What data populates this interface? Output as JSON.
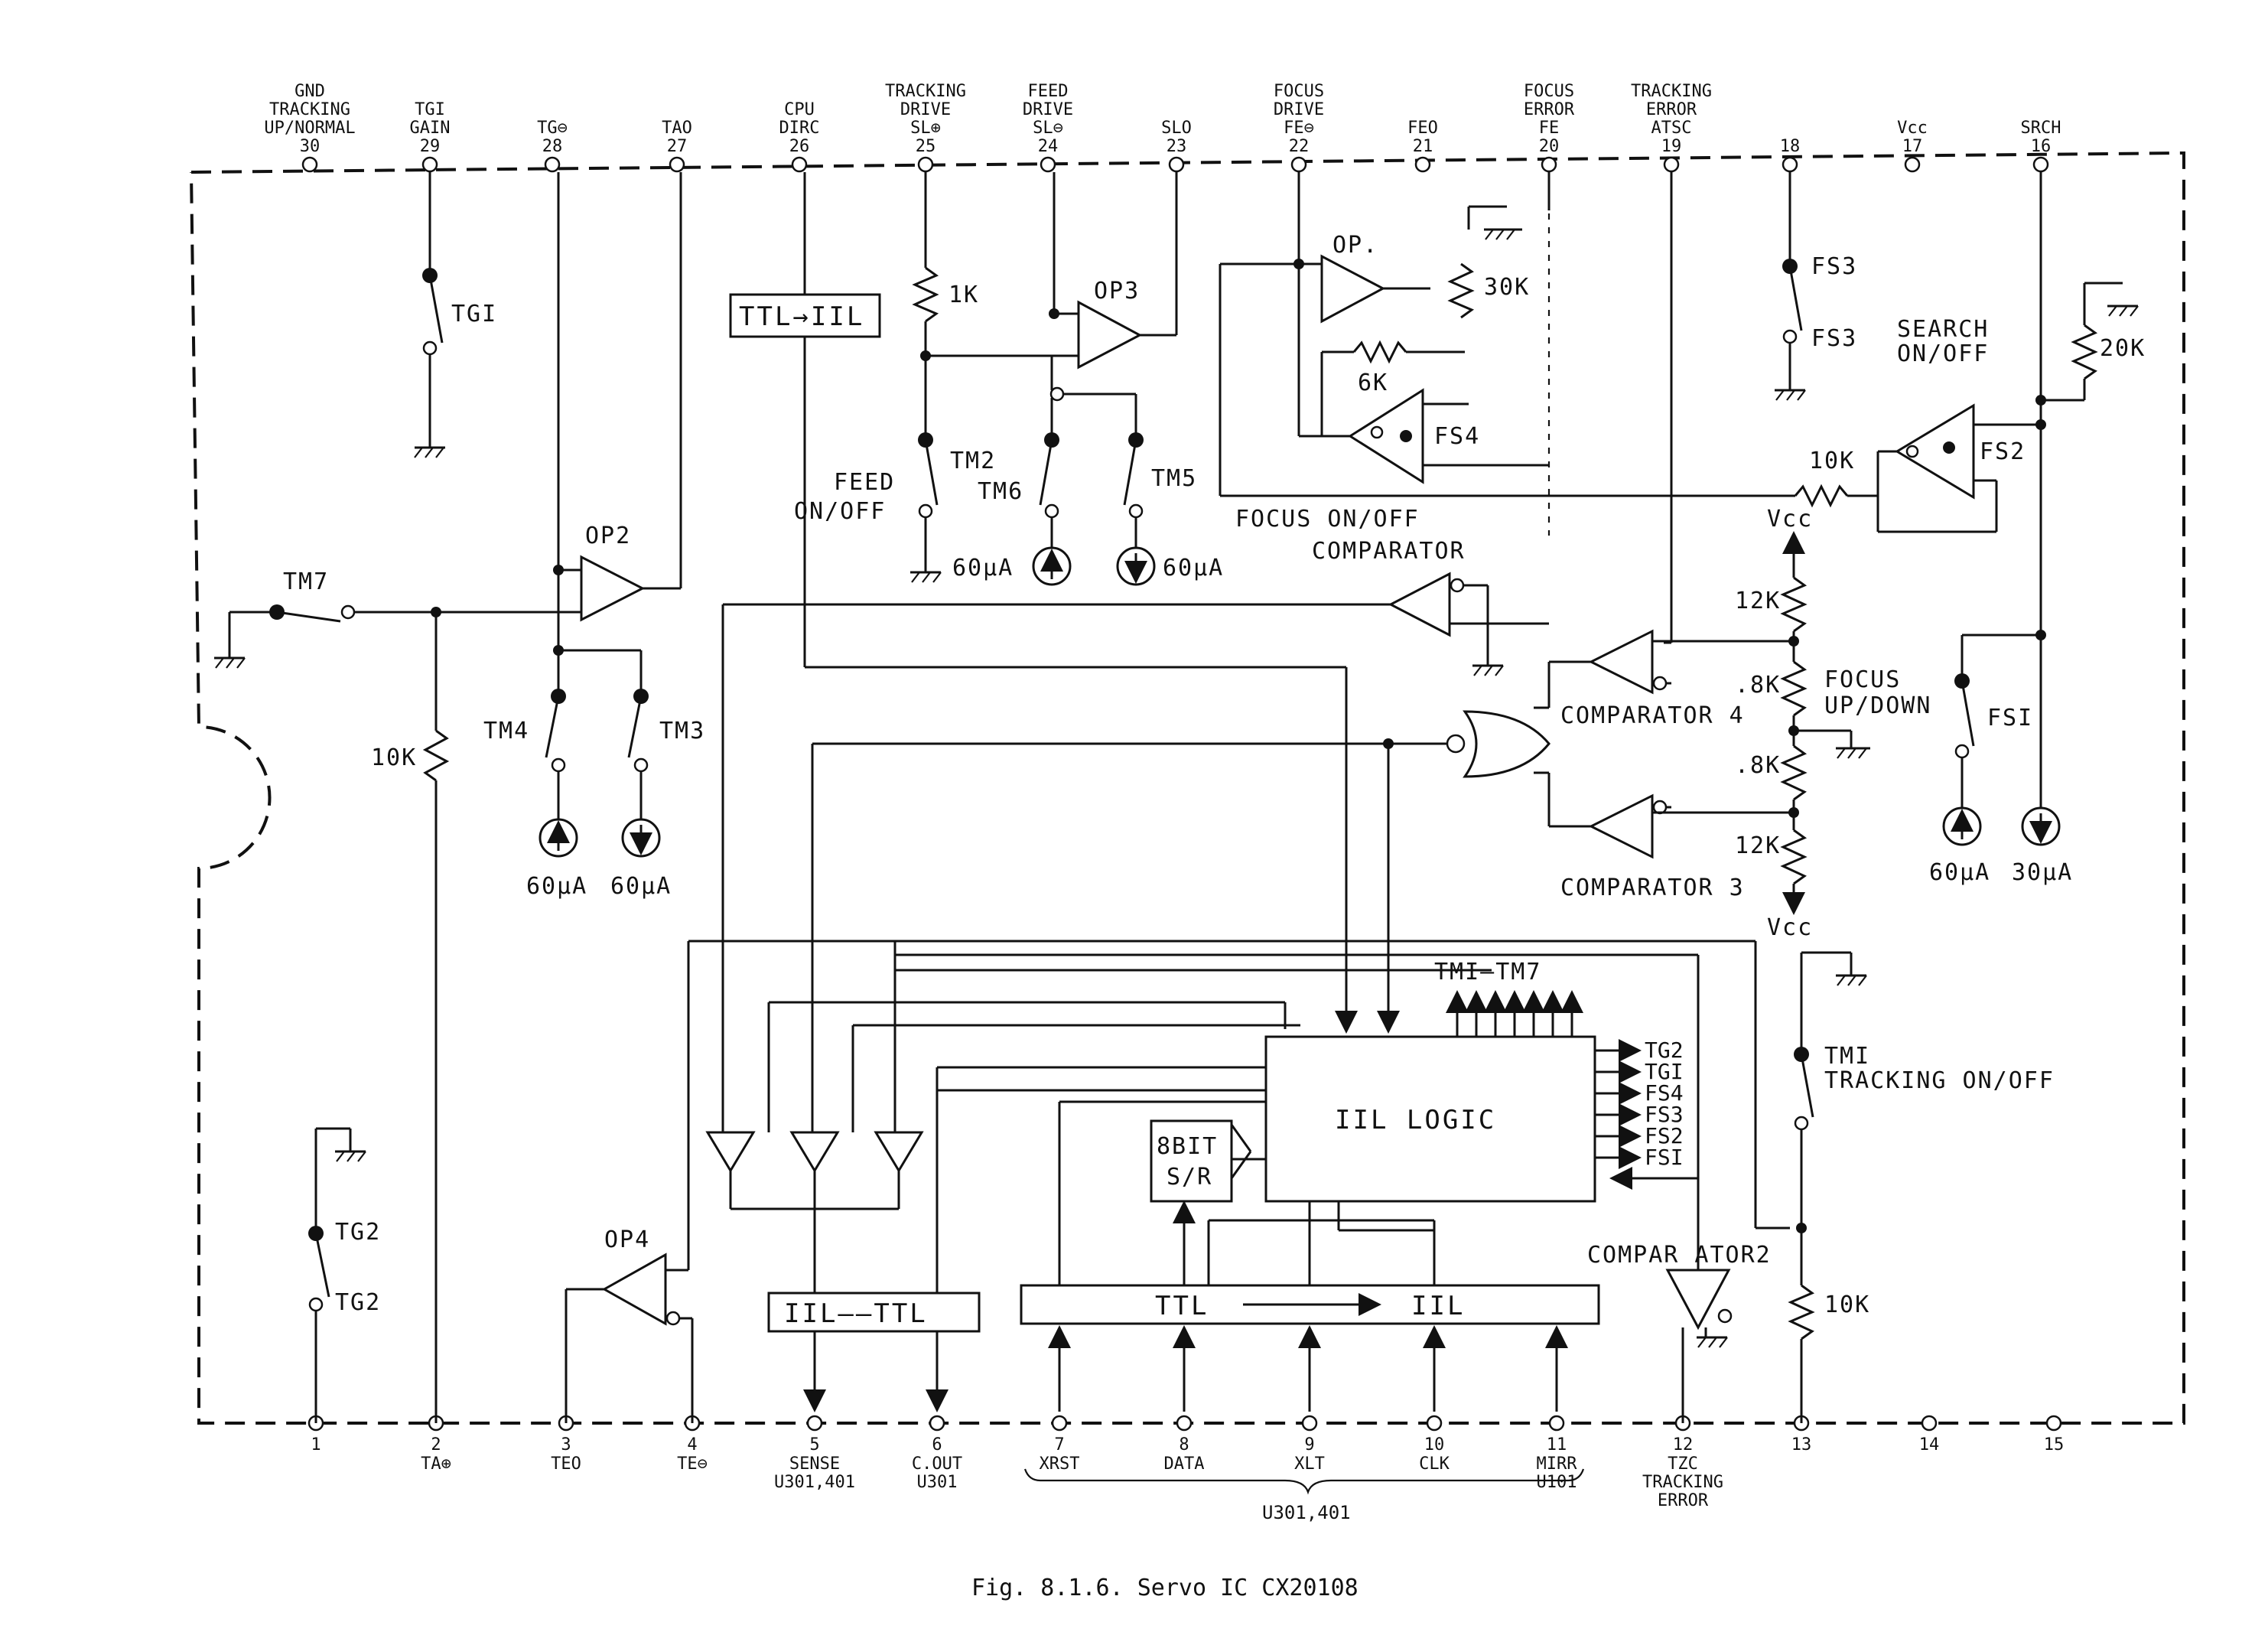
{
  "figure": {
    "caption": "Fig. 8.1.6. Servo IC CX20108"
  },
  "pins_top": [
    {
      "num": "30",
      "label": [
        "GND",
        "TRACKING",
        "UP/NORMAL"
      ]
    },
    {
      "num": "29",
      "label": [
        "TGI",
        "GAIN"
      ]
    },
    {
      "num": "28",
      "label": [
        "TG⊖"
      ]
    },
    {
      "num": "27",
      "label": [
        "TAO"
      ]
    },
    {
      "num": "26",
      "label": [
        "CPU",
        "DIRC"
      ]
    },
    {
      "num": "25",
      "label": [
        "TRACKING",
        "DRIVE",
        "SL⊕"
      ]
    },
    {
      "num": "24",
      "label": [
        "FEED",
        "DRIVE",
        "SL⊖"
      ]
    },
    {
      "num": "23",
      "label": [
        "SLO"
      ]
    },
    {
      "num": "22",
      "label": [
        "FOCUS",
        "DRIVE",
        "FE⊖"
      ]
    },
    {
      "num": "21",
      "label": [
        "FEO"
      ]
    },
    {
      "num": "20",
      "label": [
        "FOCUS",
        "ERROR",
        "FE"
      ]
    },
    {
      "num": "19",
      "label": [
        "TRACKING",
        "ERROR",
        "ATSC"
      ]
    },
    {
      "num": "18",
      "label": []
    },
    {
      "num": "17",
      "label": [
        "Vcc"
      ]
    },
    {
      "num": "16",
      "label": [
        "SRCH"
      ]
    }
  ],
  "pins_bottom": [
    {
      "num": "1",
      "label": []
    },
    {
      "num": "2",
      "label": [
        "TA⊕"
      ]
    },
    {
      "num": "3",
      "label": [
        "TEO"
      ]
    },
    {
      "num": "4",
      "label": [
        "TE⊖"
      ]
    },
    {
      "num": "5",
      "label": [
        "SENSE",
        "U301,401"
      ]
    },
    {
      "num": "6",
      "label": [
        "C.OUT",
        "U301"
      ]
    },
    {
      "num": "7",
      "label": [
        "XRST"
      ]
    },
    {
      "num": "8",
      "label": [
        "DATA"
      ]
    },
    {
      "num": "9",
      "label": [
        "XLT"
      ]
    },
    {
      "num": "10",
      "label": [
        "CLK"
      ]
    },
    {
      "num": "11",
      "label": [
        "MIRR",
        "U101"
      ]
    },
    {
      "num": "12",
      "label": [
        "TZC",
        "TRACKING",
        "ERROR"
      ]
    },
    {
      "num": "13",
      "label": []
    },
    {
      "num": "14",
      "label": []
    },
    {
      "num": "15",
      "label": []
    }
  ],
  "bus_note": "U301,401",
  "labels": {
    "tg1": "TGI",
    "tg2a": "TG2",
    "tg2b": "TG2",
    "tm7": "TM7",
    "op2": "OP2",
    "tm4": "TM4",
    "tm3": "TM3",
    "r10k_left": "10K",
    "i60a": "60μA",
    "i60b": "60μA",
    "op4": "OP4",
    "ttl_iil_top": "TTL→IIL",
    "r1k": "1K",
    "op3": "OP3",
    "tm2": "TM2",
    "tm6": "TM6",
    "tm5": "TM5",
    "feed1": "FEED",
    "feed2": "ON/OFF",
    "i60c": "60μA",
    "i60d": "60μA",
    "op1": "OP.",
    "r30k": "30K",
    "r6k": "6K",
    "fs4": "FS4",
    "focus_onoff": "FOCUS ON/OFF",
    "comparator_top": "COMPARATOR",
    "fs3a": "FS3",
    "fs3b": "FS3",
    "search1": "SEARCH",
    "search2": "ON/OFF",
    "r20k": "20K",
    "r10k_fs2": "10K",
    "fs2": "FS2",
    "vcc_top": "Vcc",
    "r12k_a": "12K",
    "r18k_a": ".8K",
    "r18k_b": ".8K",
    "r12k_b": "12K",
    "comp4": "COMPARATOR 4",
    "comp3": "COMPARATOR 3",
    "vcc_bot": "Vcc",
    "focus_ud1": "FOCUS",
    "focus_ud2": "UP/DOWN",
    "fs1": "FSI",
    "i60e": "60μA",
    "i30": "30μA",
    "tm1_7": "TMI—TM7",
    "iil_logic": "IIL LOGIC",
    "sr1": "8BIT",
    "sr2": "S/R",
    "out_tg2": "TG2",
    "out_tg1": "TGI",
    "out_fs4": "FS4",
    "out_fs3": "FS3",
    "out_fs2": "FS2",
    "out_fs1": "FSI",
    "iil_ttl": "IIL——TTL",
    "ttl_iil_bot_a": "TTL",
    "ttl_iil_bot_b": "IIL",
    "comparator2": "COMPAR ATOR2",
    "tm1": "TMI",
    "tracking_onoff": "TRACKING ON/OFF",
    "r10k_right": "10K"
  }
}
